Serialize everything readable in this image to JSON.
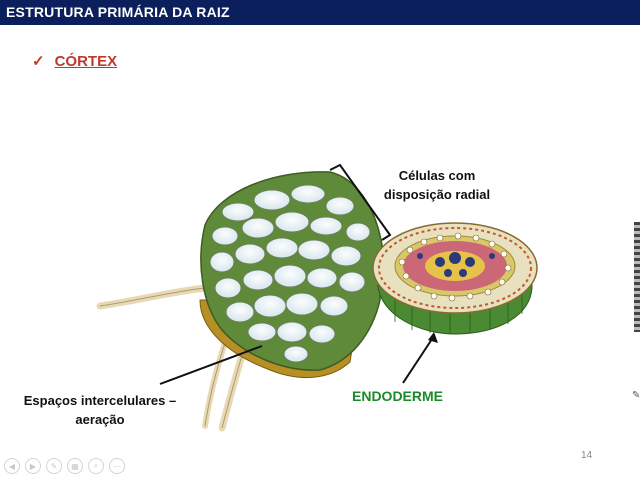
{
  "slide": {
    "title": "ESTRUTURA PRIMÁRIA DA RAIZ",
    "bullet": {
      "check": "✓",
      "text": "CÓRTEX"
    },
    "labels": {
      "radial": "Células com disposição radial",
      "espacos": "Espaços intercelulares – aeração",
      "endoderme": "ENDODERME"
    },
    "page_number": "14"
  },
  "colors": {
    "title_bar": "#0b1f5c",
    "bullet": "#c0392b",
    "endoderme": "#1a8a2a"
  },
  "nav_buttons": [
    {
      "icon": "prev-icon",
      "glyph": "◀"
    },
    {
      "icon": "next-icon",
      "glyph": "▶"
    },
    {
      "icon": "pen-icon",
      "glyph": "✎"
    },
    {
      "icon": "slides-icon",
      "glyph": "▦"
    },
    {
      "icon": "zoom-icon",
      "glyph": "⌕"
    },
    {
      "icon": "more-icon",
      "glyph": "⋯"
    }
  ]
}
